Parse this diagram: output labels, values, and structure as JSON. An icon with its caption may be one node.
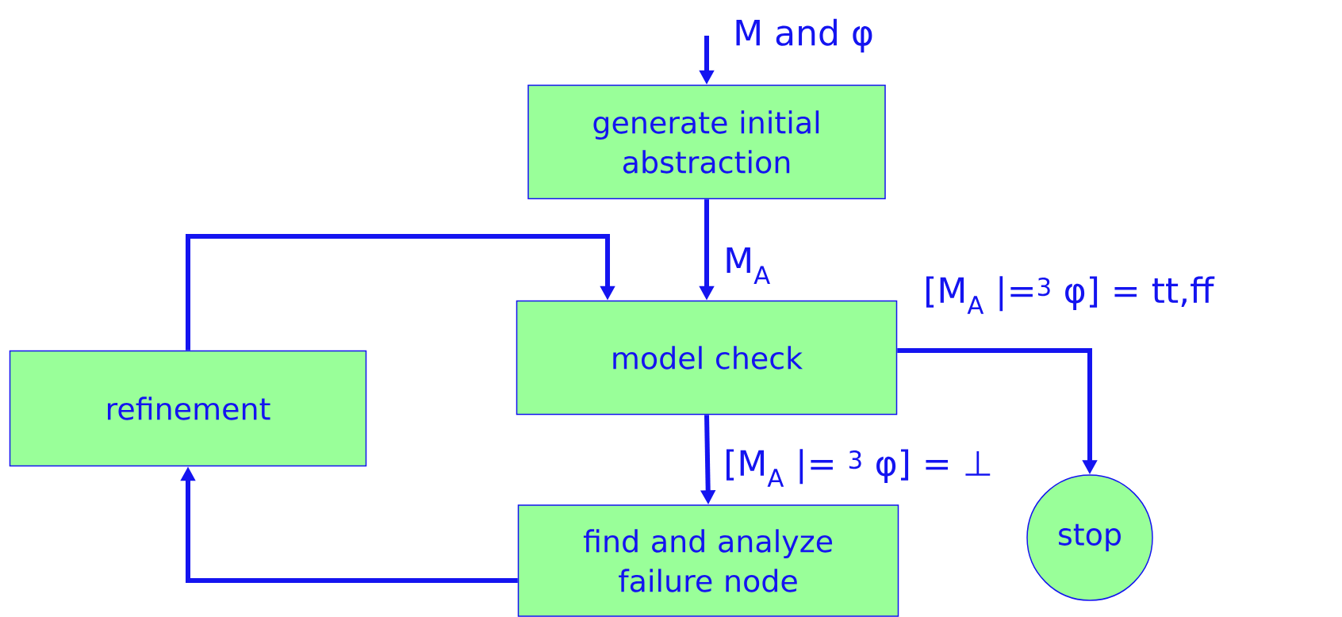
{
  "diagram": {
    "nodes": [
      {
        "text": [
          "generate initial abstraction"
        ]
      },
      {
        "text": [
          "model check"
        ]
      },
      {
        "text": [
          "refinement"
        ]
      },
      {
        "text": [
          "find and analyze failure node"
        ]
      },
      {
        "text": [
          "stop"
        ]
      }
    ],
    "edges": [
      {
        "from": null,
        "to": 0,
        "arrow": "to",
        "label": "M and φ"
      },
      {
        "from": 0,
        "to": 1,
        "arrow": "to",
        "label": "M$_{A}$"
      },
      {
        "from": 1,
        "to": 4,
        "arrow": "to",
        "label": "[M$_{A}$ |=$^{3}$ φ] = tt,ff"
      },
      {
        "from": 1,
        "to": 3,
        "arrow": "to",
        "label": "[M$_{A}$ |= $^{3}$ φ] = ⊥"
      },
      {
        "from": 3,
        "to": 2,
        "arrow": "to"
      },
      {
        "from": 2,
        "to": 1,
        "arrow": "to"
      }
    ]
  }
}
